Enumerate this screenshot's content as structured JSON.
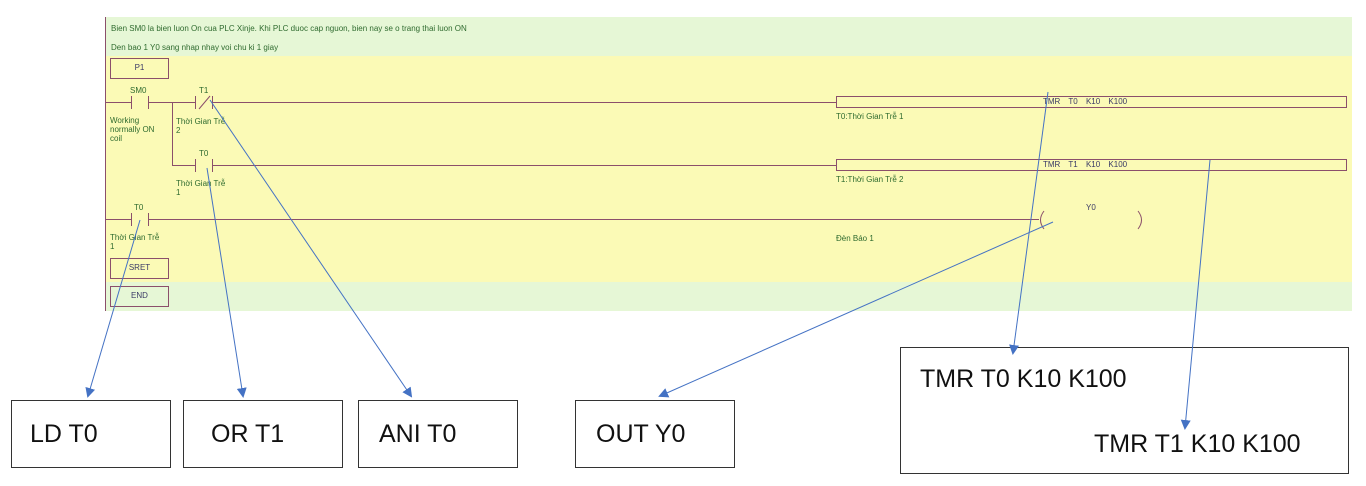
{
  "comments": {
    "line1": "Bien SM0 la bien luon On cua PLC Xinje. Khi PLC duoc cap nguon, bien nay se o trang thai luon ON",
    "line2": "Den bao 1 Y0 sang nhap nhay voi chu ki 1 giay"
  },
  "labels": {
    "p1": "P1",
    "sret": "SRET",
    "end": "END"
  },
  "rung1": {
    "sm0_name": "SM0",
    "sm0_comment_1": "Working",
    "sm0_comment_2": "normally ON",
    "sm0_comment_3": "coil",
    "t1_name": "T1",
    "t1_comment_1": "Thời Gian Trễ",
    "t1_comment_2": "2",
    "coil_instr": "TMR T0 K10 K100",
    "coil_comment": "T0:Thời Gian Trễ 1"
  },
  "rung1b": {
    "t0_name": "T0",
    "t0_comment_1": "Thời Gian Trễ",
    "t0_comment_2": "1",
    "coil_instr": "TMR T1 K10 K100",
    "coil_comment": "T1:Thời Gian Trễ 2"
  },
  "rung2": {
    "t0_name": "T0",
    "t0_comment_1": "Thời Gian Trễ",
    "t0_comment_2": "1",
    "coil_name": "Y0",
    "coil_comment": "Đèn Báo 1"
  },
  "callouts": {
    "ld": "LD T0",
    "or": "OR T1",
    "ani": "ANI T0",
    "out": "OUT Y0",
    "tmr0": "TMR T0 K10 K100",
    "tmr1": "TMR T1 K10 K100"
  },
  "colors": {
    "band_green": "#e6f7d6",
    "band_yellow": "#fbfab6",
    "rail": "#8b4f6b",
    "arrow": "#4472c4"
  }
}
